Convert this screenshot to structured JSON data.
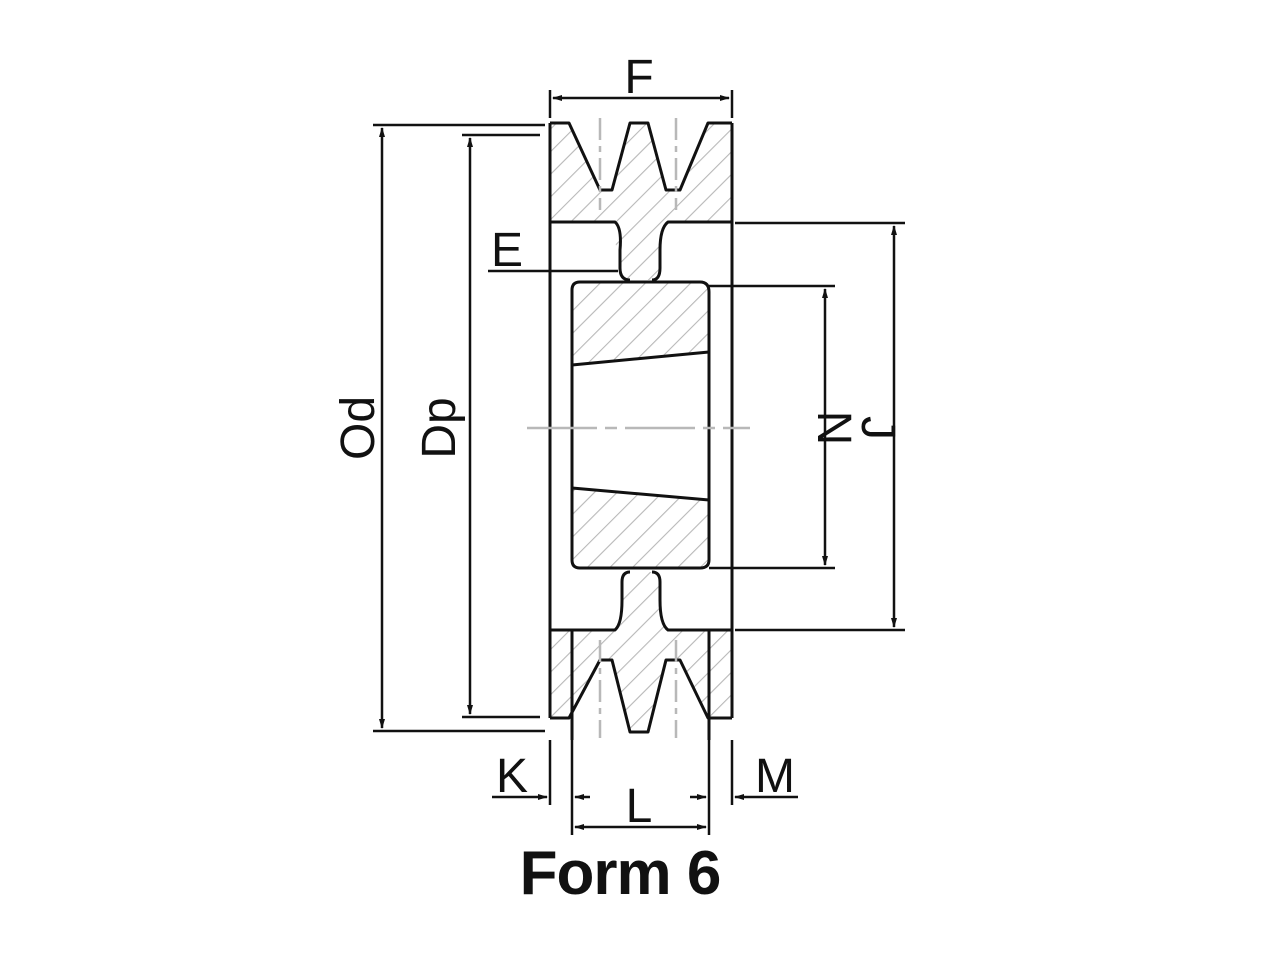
{
  "diagram": {
    "caption": "Form 6",
    "labels": {
      "F": "F",
      "E": "E",
      "Od": "Od",
      "Dp": "Dp",
      "N": "N",
      "J": "J",
      "K": "K",
      "L": "L",
      "M": "M"
    },
    "colors": {
      "line": "#111111",
      "hatch": "#b8b8b8",
      "centerline": "#b8b8b8"
    }
  }
}
